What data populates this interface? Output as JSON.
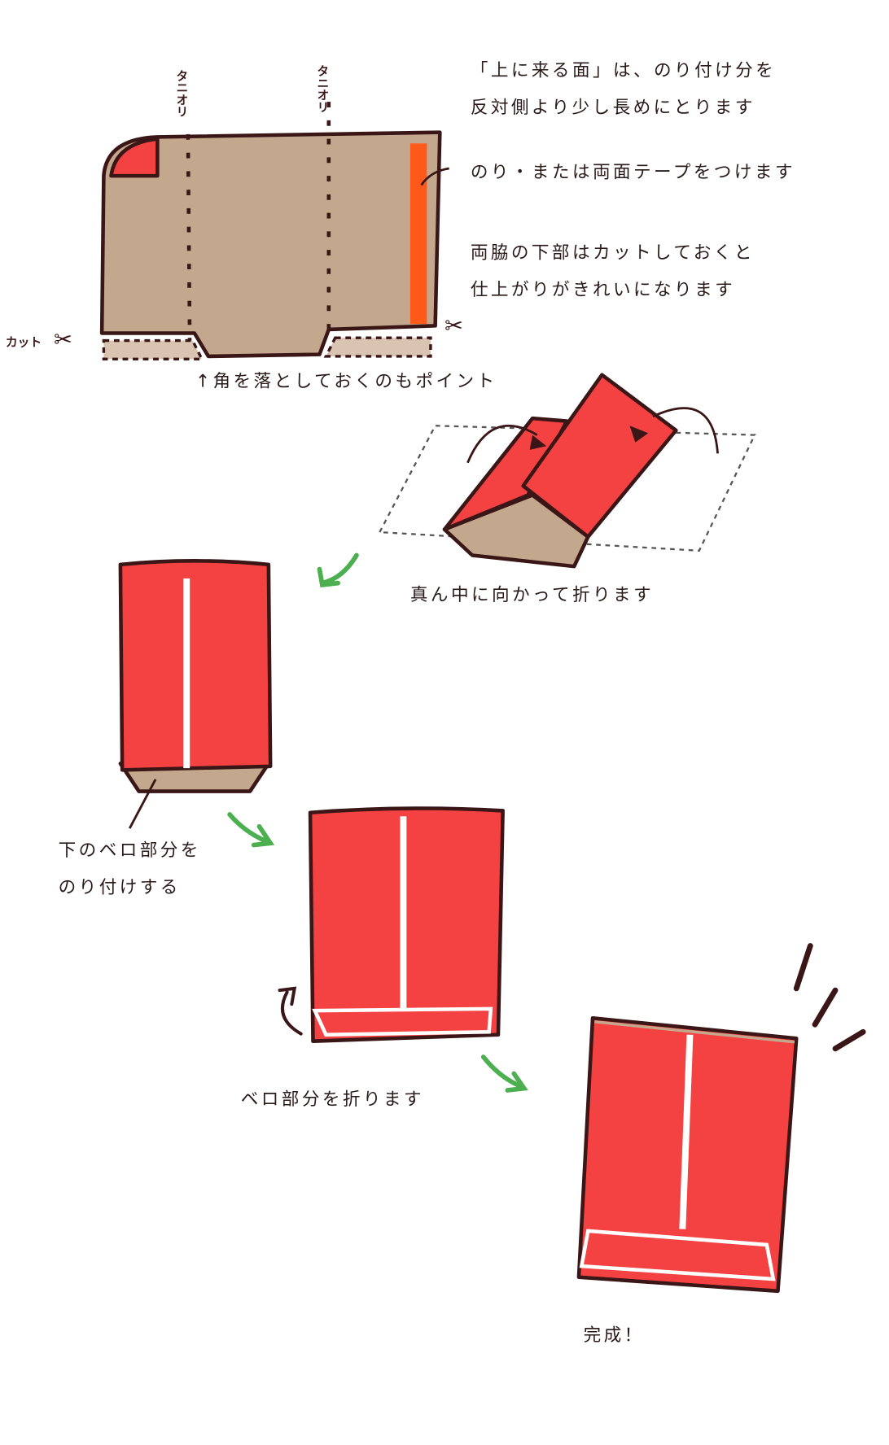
{
  "step1": {
    "fold_label_left": "タニオリ",
    "fold_label_right": "タニオリ",
    "note_top": [
      "「上に来る面」は、のり付け分を",
      "反対側より少し長めにとります"
    ],
    "note_glue": "のり・または両面テープをつけます",
    "note_cut": [
      "両脇の下部はカットしておくと",
      "仕上がりがきれいになります"
    ],
    "cut_label": "カット",
    "corner_tip": "↑角を落としておくのもポイント"
  },
  "step2": {
    "caption": "真ん中に向かって折ります"
  },
  "step3": {
    "caption": [
      "下のベロ部分を",
      "のり付けする"
    ]
  },
  "step4": {
    "caption": "ベロ部分を折ります"
  },
  "step5": {
    "caption": "完成！"
  },
  "colors": {
    "kraft": "#c4a88d",
    "red": "#f44242",
    "orange": "#ff5a1a",
    "outline": "#3a1616",
    "arrow": "#4caf50"
  }
}
